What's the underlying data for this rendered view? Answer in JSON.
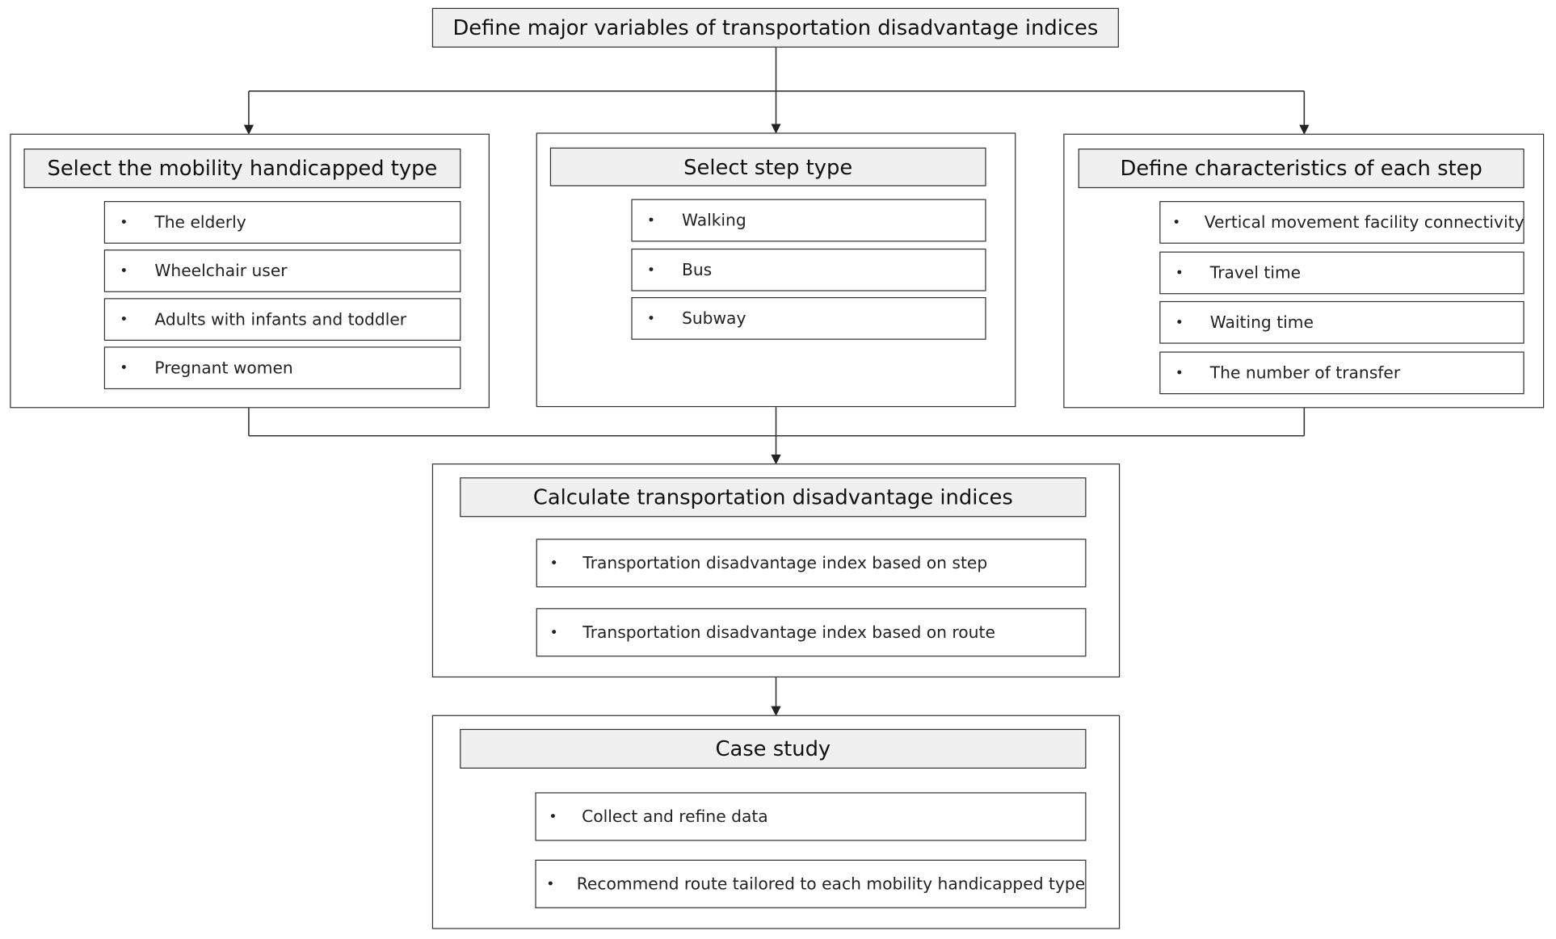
{
  "top": {
    "title": "Define major variables of transportation disadvantage indices"
  },
  "panels": [
    {
      "title": "Select the mobility handicapped type",
      "items": [
        "The elderly",
        "Wheelchair user",
        "Adults with infants and toddler",
        "Pregnant women"
      ]
    },
    {
      "title": "Select step type",
      "items": [
        "Walking",
        "Bus",
        "Subway"
      ]
    },
    {
      "title": "Define characteristics of each step",
      "items": [
        "Vertical movement facility connectivity",
        "Travel time",
        "Waiting time",
        "The number of transfer"
      ]
    }
  ],
  "calculate": {
    "title": "Calculate transportation disadvantage indices",
    "items": [
      "Transportation disadvantage index based on step",
      "Transportation disadvantage index based on route"
    ]
  },
  "case_study": {
    "title": "Case study",
    "items": [
      "Collect and refine data",
      "Recommend route tailored to each mobility handicapped type"
    ]
  },
  "bullet": "•",
  "colors": {
    "line": "#333333",
    "header_fill": "#f0f0f0",
    "box_fill": "#ffffff"
  }
}
